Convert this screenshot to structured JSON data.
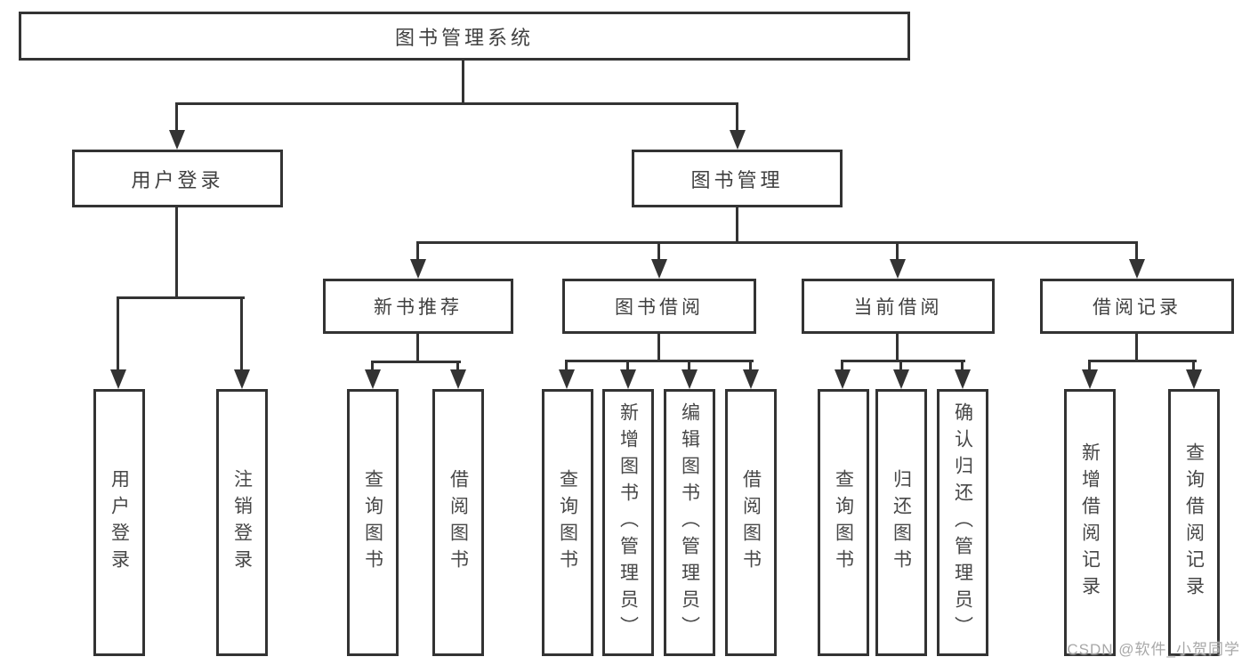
{
  "tree": {
    "label": "图书管理系统",
    "children": [
      {
        "label": "用户登录",
        "children": [
          {
            "label": "用户登录"
          },
          {
            "label": "注销登录"
          }
        ]
      },
      {
        "label": "图书管理",
        "children": [
          {
            "label": "新书推荐",
            "children": [
              {
                "label": "查询图书"
              },
              {
                "label": "借阅图书"
              }
            ]
          },
          {
            "label": "图书借阅",
            "children": [
              {
                "label": "查询图书"
              },
              {
                "label": "新增图书（管理员）"
              },
              {
                "label": "编辑图书（管理员）"
              },
              {
                "label": "借阅图书"
              }
            ]
          },
          {
            "label": "当前借阅",
            "children": [
              {
                "label": "查询图书"
              },
              {
                "label": "归还图书"
              },
              {
                "label": "确认归还（管理员）"
              }
            ]
          },
          {
            "label": "借阅记录",
            "children": [
              {
                "label": "新增借阅记录"
              },
              {
                "label": "查询借阅记录"
              }
            ]
          }
        ]
      }
    ]
  },
  "watermark": {
    "text": "CSDN @软件_小贺同学"
  },
  "colors": {
    "line": "#333333",
    "box_border": "#333333",
    "text": "#404040",
    "watermark": "#a8a8a8",
    "background": "#ffffff"
  }
}
